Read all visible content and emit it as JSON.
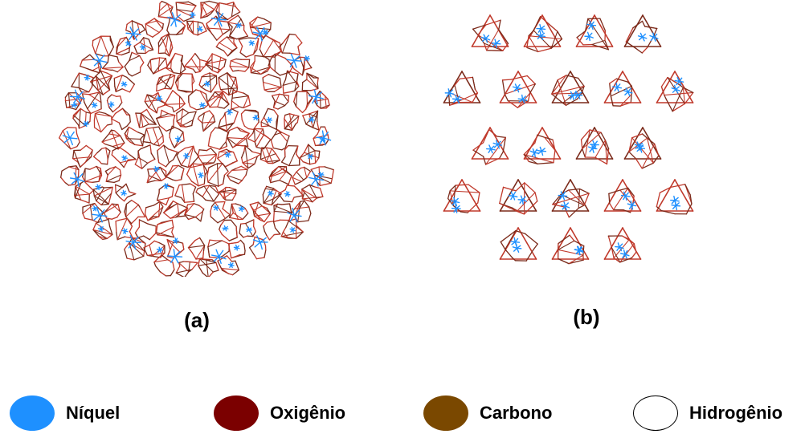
{
  "panels": [
    {
      "label": "(a)"
    },
    {
      "label": "(b)"
    }
  ],
  "legend": [
    {
      "name": "Níquel",
      "color": "#1e90ff"
    },
    {
      "name": "Oxigênio",
      "color": "#7b0000"
    },
    {
      "name": "Carbono",
      "color": "#7a4800"
    },
    {
      "name": "Hidrogênio",
      "color": "#ffffff"
    }
  ],
  "colors": {
    "bond_red": "#c0392b",
    "bond_dark": "#7b2a1a",
    "nickel_blue": "#1e90ff"
  }
}
